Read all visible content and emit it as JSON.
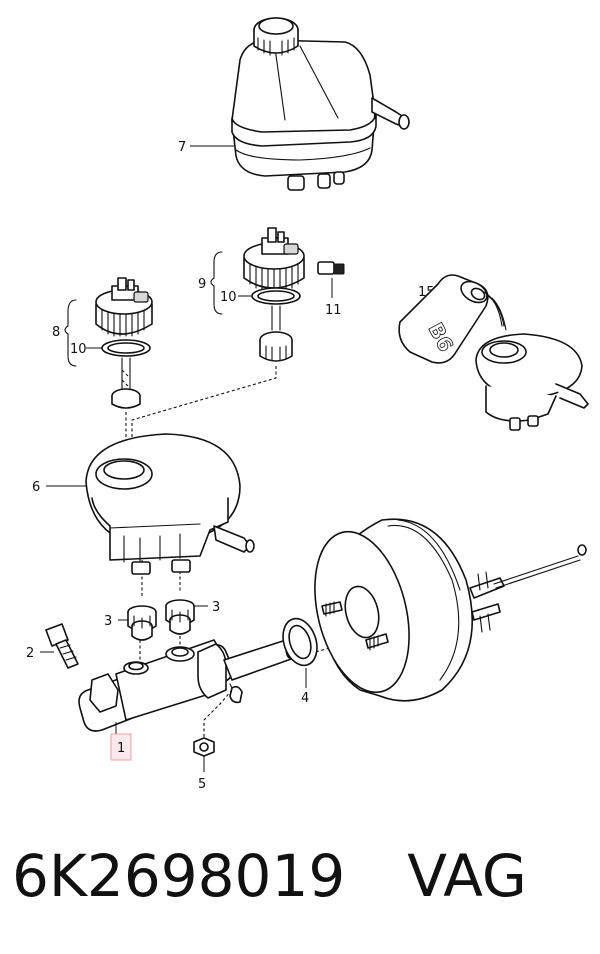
{
  "callouts": {
    "c1": "1",
    "c2": "2",
    "c3a": "3",
    "c3b": "3",
    "c4": "4",
    "c5": "5",
    "c6": "6",
    "c7": "7",
    "c8": "8",
    "c9": "9",
    "c10a": "10",
    "c10b": "10",
    "c11": "11",
    "c15": "15"
  },
  "label_b6": "B6",
  "caption": {
    "part_number": "6K2698019",
    "vendor": "VAG"
  },
  "colors": {
    "highlight_border": "#e8a0a8",
    "highlight_fill": "#fbe9eb"
  }
}
